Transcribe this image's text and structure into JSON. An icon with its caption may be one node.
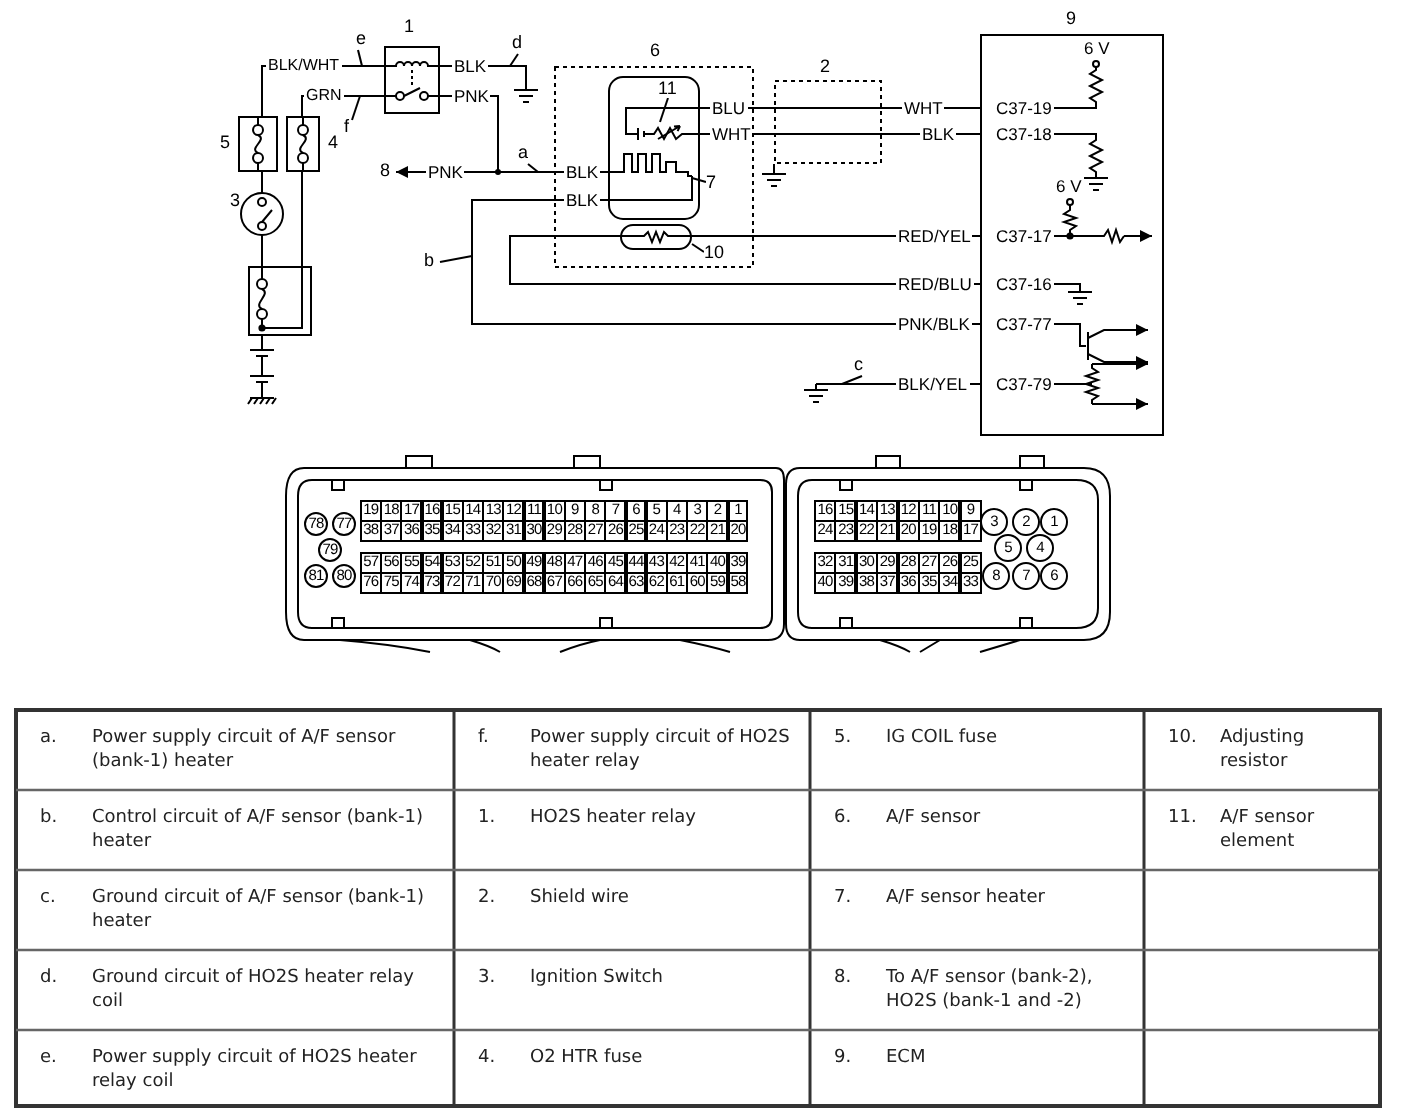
{
  "diagram": {
    "nodes": [
      {
        "text": [
          "1"
        ]
      },
      {
        "text": [
          "e"
        ]
      },
      {
        "text": [
          "d"
        ]
      },
      {
        "text": [],
        "shape": "ground"
      },
      {
        "text": [
          "f"
        ]
      },
      {
        "text": [
          "5"
        ]
      },
      {
        "text": [
          "4"
        ]
      },
      {
        "text": [
          "8"
        ]
      },
      {
        "text": [
          "a"
        ]
      },
      {
        "text": [
          "3"
        ]
      },
      {
        "text": [
          "b"
        ]
      },
      {
        "text": [],
        "shape": "box"
      },
      {
        "text": [
          "6"
        ]
      },
      {
        "text": [],
        "shape": "box",
        "in": 12
      },
      {
        "text": [
          "11"
        ],
        "in": 13
      },
      {
        "text": [],
        "shape": "resistor",
        "in": 13
      },
      {
        "text": [],
        "shape": "heater",
        "in": 13
      },
      {
        "text": [
          "7"
        ],
        "in": 12
      },
      {
        "text": [],
        "shape": "resistor",
        "in": 12
      },
      {
        "text": [
          "10"
        ],
        "in": 12
      },
      {
        "text": [
          "9"
        ]
      },
      {
        "text": [
          "c"
        ]
      },
      {
        "text": [],
        "shape": "ground"
      }
    ],
    "edges": [
      {
        "from": 1,
        "to": null,
        "arrow": "none"
      },
      {
        "from": 2,
        "to": null,
        "arrow": "none"
      },
      {
        "from": 4,
        "to": null,
        "arrow": "none"
      },
      {
        "from": 8,
        "to": null,
        "arrow": "none"
      },
      {
        "from": 10,
        "to": null,
        "arrow": "none"
      },
      {
        "from": 21,
        "to": null,
        "arrow": "none"
      },
      {
        "from": 14,
        "to": 15,
        "arrow": "none"
      },
      {
        "from": 17,
        "to": 16,
        "arrow": "none"
      },
      {
        "from": 19,
        "to": 18,
        "arrow": "none"
      },
      {
        "from": 5,
        "to": 0,
        "arrow": "none"
      },
      {
        "from": 6,
        "to": 0,
        "arrow": "none"
      },
      {
        "from": 0,
        "to": 3,
        "arrow": "none"
      },
      {
        "from": 0,
        "to": 7,
        "arrow": "to"
      },
      {
        "from": 0,
        "to": 16,
        "arrow": "none"
      },
      {
        "from": 16,
        "to": 20,
        "arrow": "none"
      },
      {
        "from": 15,
        "to": 20,
        "arrow": "none"
      },
      {
        "from": 15,
        "to": 20,
        "arrow": "none"
      },
      {
        "from": 18,
        "to": 20,
        "arrow": "none"
      },
      {
        "from": 18,
        "to": 20,
        "arrow": "none"
      },
      {
        "from": 22,
        "to": 20,
        "arrow": "none"
      },
      {
        "from": 11,
        "to": 9,
        "arrow": "none"
      },
      {
        "from": 9,
        "to": 5,
        "arrow": "none"
      },
      {
        "from": 11,
        "to": 6,
        "arrow": "none"
      }
    ],
    "labels": [
      "BLK/WHT",
      "GRN",
      "BLK",
      "PNK",
      "PNK",
      "BLK",
      "BLK",
      "BLU",
      "WHT",
      "WHT",
      "C37-19",
      "BLK",
      "C37-18",
      "6 V",
      "6 V",
      "RED/YEL",
      "C37-17",
      "RED/BLU",
      "C37-16",
      "PNK/BLK",
      "C37-77",
      "BLK/YEL",
      "C37-79",
      "78",
      "77",
      "79",
      "81",
      "80",
      "19",
      "18",
      "17",
      "16",
      "15",
      "14",
      "13",
      "12",
      "11",
      "10",
      "9",
      "8",
      "7",
      "6",
      "5",
      "4",
      "3",
      "2",
      "1",
      "38",
      "37",
      "36",
      "35",
      "34",
      "33",
      "32",
      "31",
      "30",
      "29",
      "28",
      "27",
      "26",
      "25",
      "24",
      "23",
      "22",
      "21",
      "20",
      "57",
      "56",
      "55",
      "54",
      "53",
      "52",
      "51",
      "50",
      "49",
      "48",
      "47",
      "46",
      "45",
      "44",
      "43",
      "42",
      "41",
      "40",
      "39",
      "76",
      "75",
      "74",
      "73",
      "72",
      "71",
      "70",
      "69",
      "68",
      "67",
      "66",
      "65",
      "64",
      "63",
      "62",
      "61",
      "60",
      "59",
      "58",
      "16",
      "15",
      "14",
      "13",
      "12",
      "11",
      "10",
      "9",
      "24",
      "23",
      "22",
      "21",
      "20",
      "19",
      "18",
      "17",
      "32",
      "31",
      "30",
      "29",
      "28",
      "27",
      "26",
      "25",
      "40",
      "39",
      "38",
      "37",
      "36",
      "35",
      "34",
      "33",
      "3",
      "2",
      "1",
      "5",
      "4",
      "8",
      "7",
      "6",
      "a.",
      "Power supply circuit of A/F sensor (bank-1) heater",
      "f.",
      "Power supply circuit of HO2S heater relay",
      "5.",
      "IG COIL fuse",
      "10.",
      "Adjusting resistor",
      "b.",
      "Control circuit of A/F sensor (bank-1) heater",
      "1.",
      "HO2S heater relay",
      "6.",
      "A/F sensor",
      "11.",
      "A/F sensor element",
      "c.",
      "Ground circuit of A/F sensor (bank-1) heater",
      "2.",
      "Shield wire",
      "7.",
      "A/F sensor heater",
      "d.",
      "Ground circuit of HO2S heater relay coil",
      "3.",
      "Ignition Switch",
      "8.",
      "To A/F sensor (bank-2), HO2S (bank-1 and -2)",
      "e.",
      "Power supply circuit of HO2S heater relay coil",
      "4.",
      "O2 HTR fuse",
      "9.",
      "ECM",
      "2"
    ]
  }
}
